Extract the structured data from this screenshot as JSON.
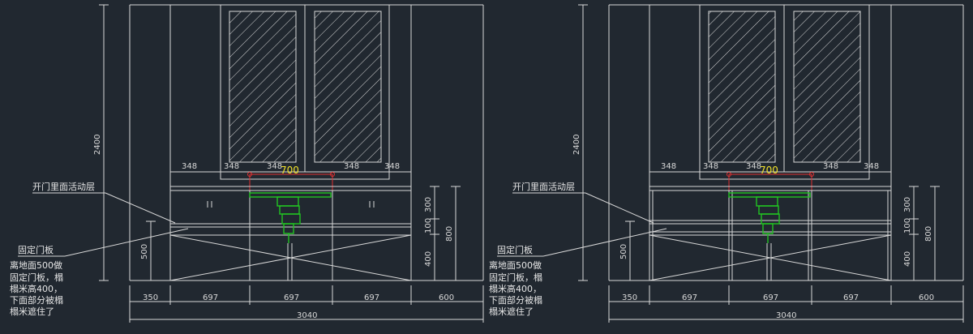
{
  "drawings": [
    {
      "total_width": "3040",
      "bottom_segments": [
        "350",
        "697",
        "697",
        "697",
        "600"
      ],
      "top_segments": [
        "348",
        "348",
        "348",
        "348",
        "348"
      ],
      "top_center_width": "700",
      "height_total": "2400",
      "height_left": "500",
      "heights_right": [
        "300",
        "100",
        "400"
      ],
      "height_right_total": "800",
      "note_active_layer": "开门里面活动层",
      "note_fixed_door": "固定门板",
      "note_lines": [
        "离地面500做",
        "固定门板，榻",
        "榻米高400，",
        "下面部分被榻",
        "榻米遮住了"
      ]
    },
    {
      "total_width": "3040",
      "bottom_segments": [
        "350",
        "697",
        "697",
        "697",
        "600"
      ],
      "top_segments": [
        "348",
        "348",
        "348",
        "348",
        "348"
      ],
      "top_center_width": "700",
      "height_total": "2400",
      "height_left": "500",
      "heights_right": [
        "300",
        "100",
        "400"
      ],
      "height_right_total": "800",
      "note_active_layer": "开门里面活动层",
      "note_fixed_door": "固定门板",
      "note_lines": [
        "离地面500做",
        "固定门板，榻",
        "榻米高400，",
        "下面部分被榻",
        "榻米遮住了"
      ]
    }
  ],
  "colors": {
    "background": "#212830",
    "lines": "#d8d8d8",
    "dim_highlight": "#f2e22a",
    "red_dim": "#e03030",
    "green_sink": "#22c422"
  }
}
